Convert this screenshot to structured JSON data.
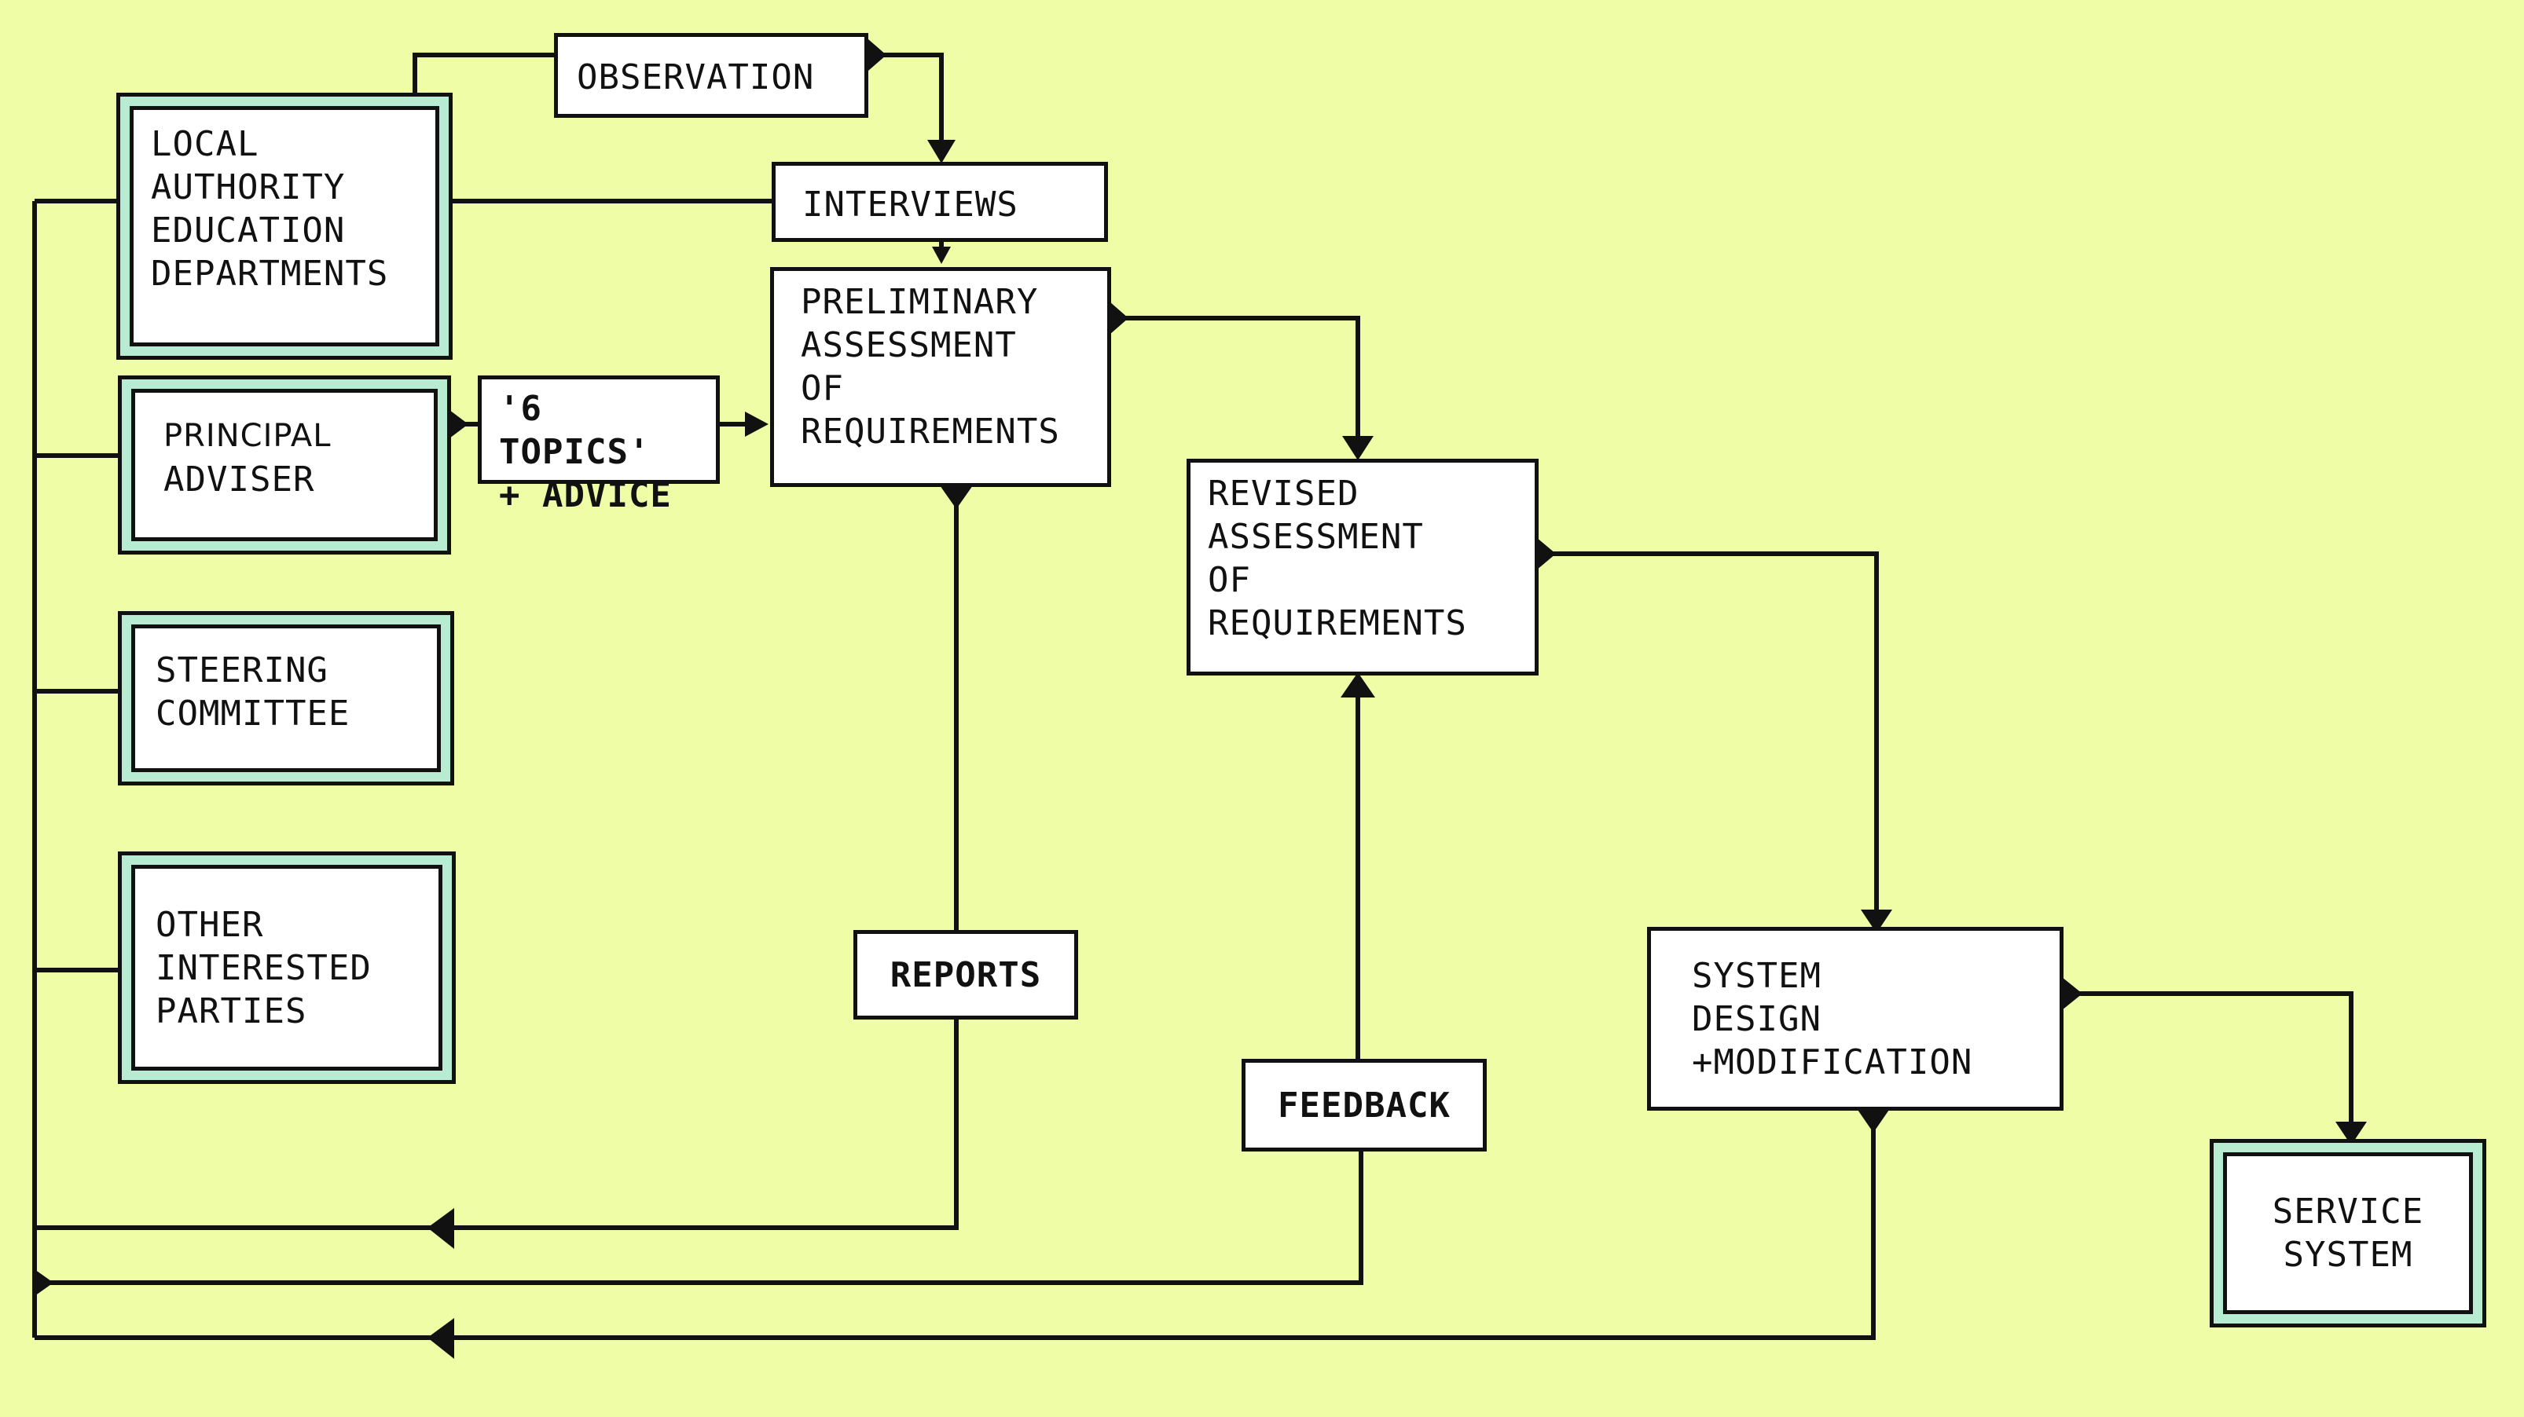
{
  "diagram": {
    "colors": {
      "background": "#eefda6",
      "frame_fill": "#b8ecd2",
      "line": "#111111",
      "box_fill": "#ffffff"
    },
    "boxes": {
      "observation": "OBSERVATION",
      "interviews": "INTERVIEWS",
      "preliminary": "PRELIMINARY\nASSESSMENT\nOF\nREQUIREMENTS",
      "topics": "'6 TOPICS'\n+ ADVICE",
      "revised": "REVISED\nASSESSMENT\nOF\nREQUIREMENTS",
      "reports": "REPORTS",
      "feedback": "FEEDBACK",
      "system_design": "SYSTEM\nDESIGN\n+MODIFICATION"
    },
    "stakeholders": {
      "local_authority": "LOCAL\nAUTHORITY\nEDUCATION\nDEPARTMENTS",
      "principal_line1": "PRINCIPAL",
      "principal_line2": "ADVISER",
      "steering": "STEERING\nCOMMITTEE",
      "other": "OTHER\nINTERESTED\nPARTIES",
      "service_system": "SERVICE\nSYSTEM"
    }
  }
}
